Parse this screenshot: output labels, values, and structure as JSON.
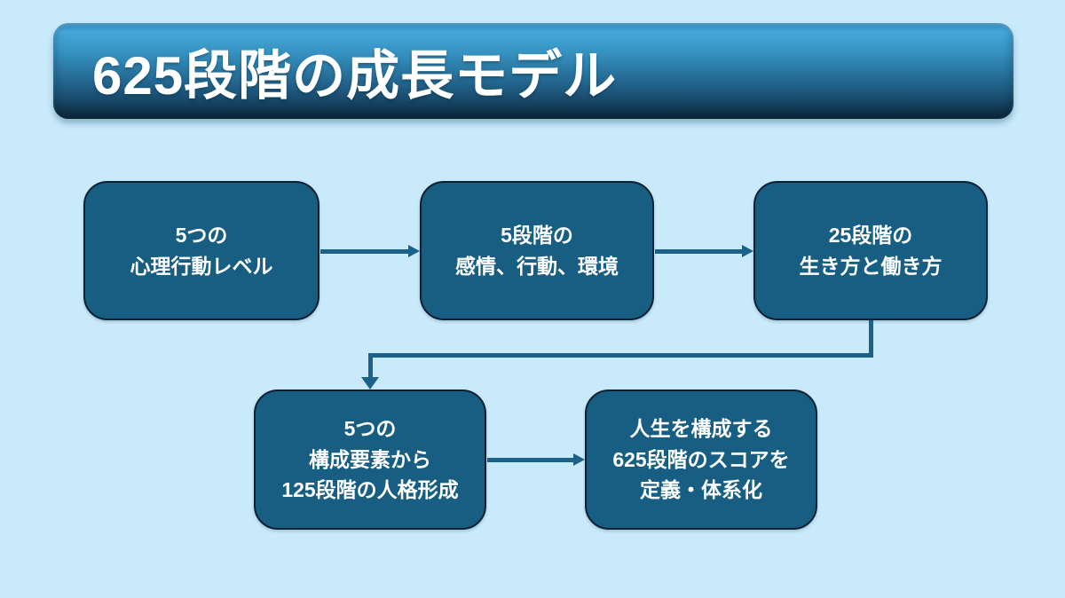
{
  "slide": {
    "title": "625段階の成長モデル",
    "boxes": [
      {
        "id": "psych-behavior-levels",
        "text": "5つの\n心理行動レベル"
      },
      {
        "id": "emotion-action-environment",
        "text": "5段階の\n感情、行動、環境"
      },
      {
        "id": "living-working-styles",
        "text": "25段階の\n生き方と働き方"
      },
      {
        "id": "personality-formation",
        "text": "5つの\n構成要素から\n125段階の人格形成"
      },
      {
        "id": "score-systematization",
        "text": "人生を構成する\n625段階のスコアを\n定義・体系化"
      }
    ],
    "connections": [
      {
        "from": "psych-behavior-levels",
        "to": "emotion-action-environment",
        "type": "straight-right"
      },
      {
        "from": "emotion-action-environment",
        "to": "living-working-styles",
        "type": "straight-right"
      },
      {
        "from": "living-working-styles",
        "to": "personality-formation",
        "type": "elbow-down"
      },
      {
        "from": "personality-formation",
        "to": "score-systematization",
        "type": "straight-right"
      }
    ],
    "colors": {
      "background": "#c9eafb",
      "box_fill": "#175e82",
      "box_border": "#0d2133",
      "arrow": "#1c6187",
      "text": "#ffffff",
      "banner_top": "#45a8da",
      "banner_bottom": "#0f2c40"
    }
  }
}
